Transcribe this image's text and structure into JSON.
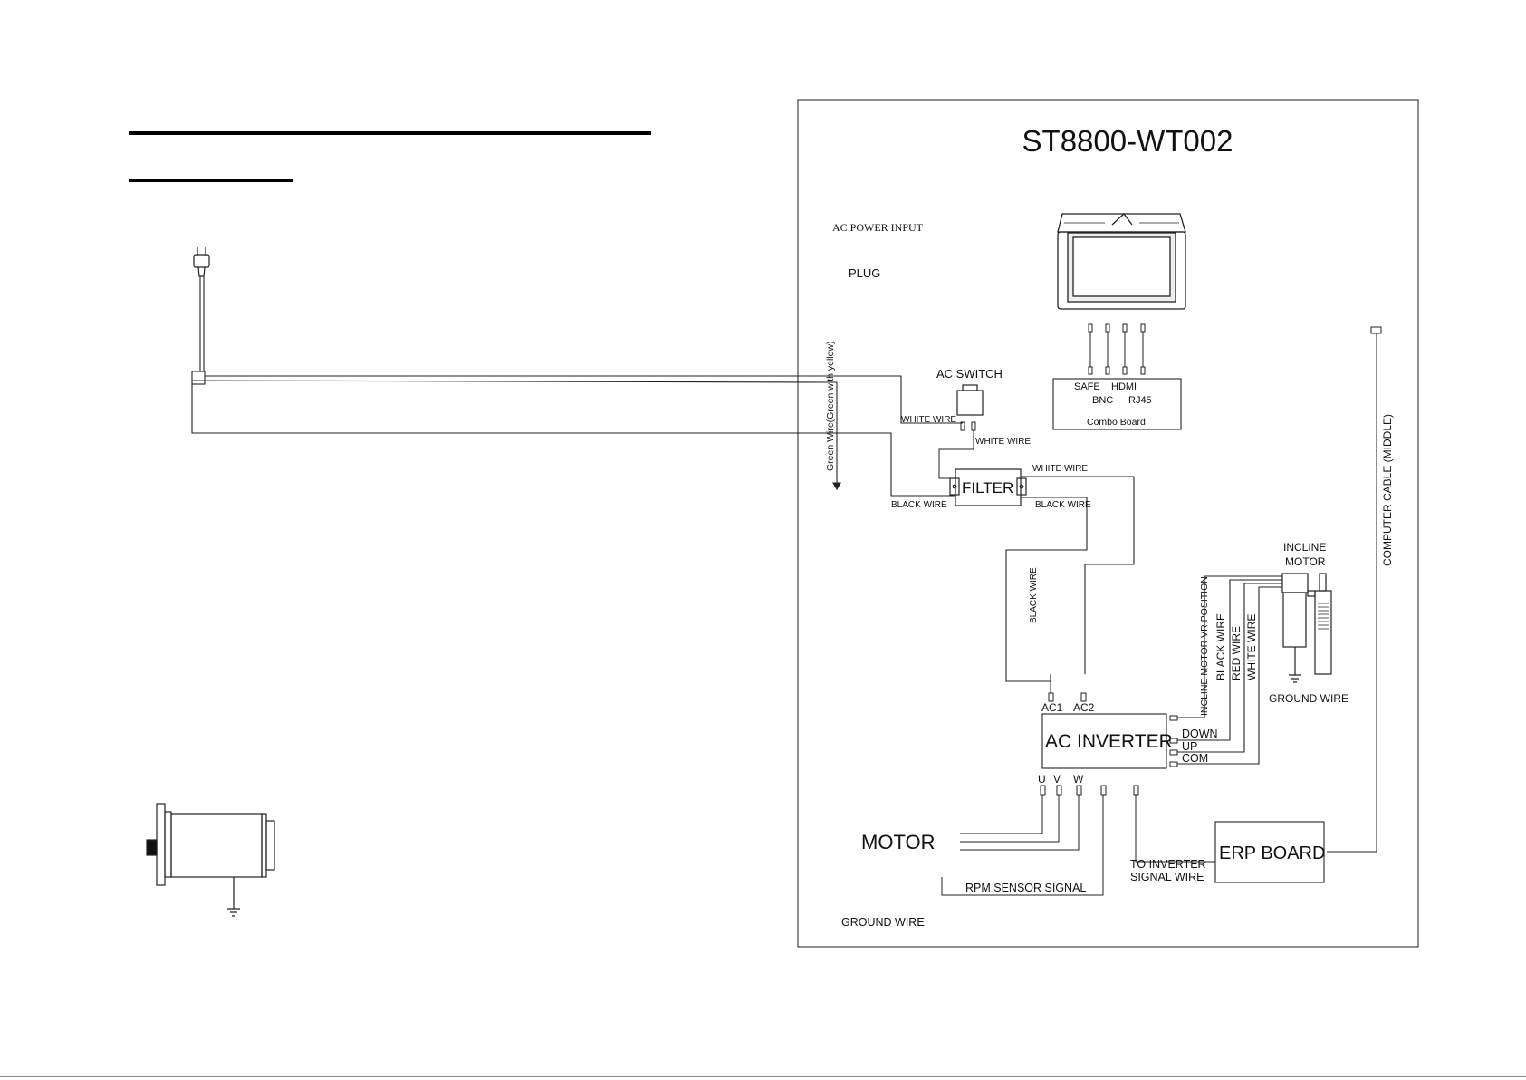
{
  "diagram": {
    "title": "ST8800-WT002",
    "labels": {
      "ac_power_input": "AC POWER INPUT",
      "plug": "PLUG",
      "green_wire": "Green Wire(Green with yellow)",
      "ac_switch": "AC SWITCH",
      "white_wire": "WHITE WIRE",
      "black_wire": "BLACK WIRE",
      "filter": "FILTER",
      "safe": "SAFE",
      "hdmi": "HDMI",
      "bnc": "BNC",
      "rj45": "RJ45",
      "combo_board": "Combo Board",
      "computer_cable": "COMPUTER CABLE (MIDDLE)",
      "incline_motor_line1": "INCLINE",
      "incline_motor_line2": "MOTOR",
      "incline_vr": "INCLINE MOTOR VR POSITION",
      "red_wire": "RED WIRE",
      "ground_wire": "GROUND WIRE",
      "ac1": "AC1",
      "ac2": "AC2",
      "ac_inverter": "AC INVERTER",
      "down": "DOWN",
      "up": "UP",
      "com": "COM",
      "u": "U",
      "v": "V",
      "w": "W",
      "motor": "MOTOR",
      "rpm_sensor": "RPM SENSOR SIGNAL",
      "to_inverter_line1": "TO INVERTER",
      "to_inverter_line2": "SIGNAL WIRE",
      "erp_board": "ERP BOARD"
    }
  }
}
